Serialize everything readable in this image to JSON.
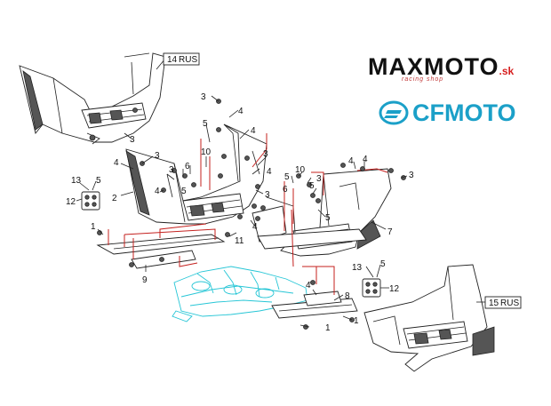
{
  "brand": {
    "maxmoto": "MAXMOTO",
    "maxmoto_suffix": ".sk",
    "maxmoto_tagline": "racing shop",
    "cfmoto": "CFMOTO",
    "maxmoto_accent_color": "#d62020",
    "cfmoto_color": "#1ba0c8"
  },
  "callouts": {
    "c14": "14",
    "c15": "15",
    "rus": "RUS",
    "n1": "1",
    "n2": "2",
    "n3": "3",
    "n4": "4",
    "n5": "5",
    "n6": "6",
    "n7": "7",
    "n8": "8",
    "n9": "9",
    "n10": "10",
    "n11": "11",
    "n12": "12",
    "n13": "13"
  },
  "colors": {
    "highlight_lines": "#c4201e",
    "frame_ghost": "#27c6d6"
  }
}
